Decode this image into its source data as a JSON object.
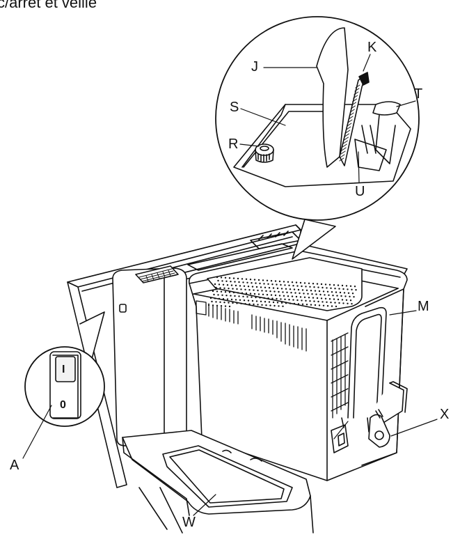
{
  "header_text": "c/arrêt et veille",
  "bottom_fragment": ")",
  "labels": {
    "J": "J",
    "K": "K",
    "S": "S",
    "T": "T",
    "R": "R",
    "U": "U",
    "M": "M",
    "X": "X",
    "A": "A",
    "W": "W"
  },
  "switch": {
    "on_symbol": "I",
    "off_symbol": "0"
  }
}
